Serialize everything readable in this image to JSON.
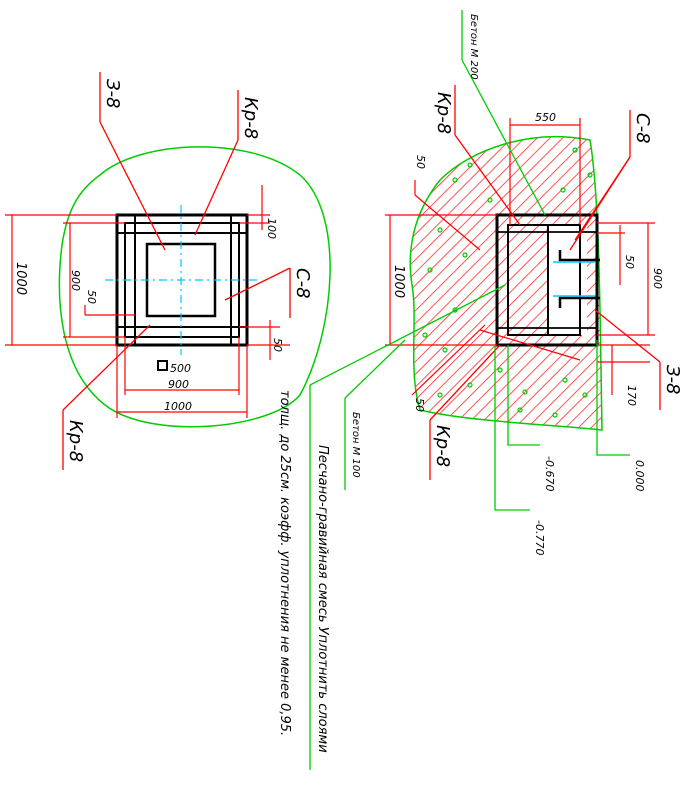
{
  "colors": {
    "leader": "#ff0000",
    "hatch": "#ff2a2a",
    "outline": "#00cc00",
    "axis": "#00c8ff",
    "rebar": "#000000"
  },
  "plan": {
    "marks": {
      "z8": "З-8",
      "kr8_top": "Кр-8",
      "s8": "С-8",
      "kr8_bottom": "Кр-8"
    },
    "dims": {
      "d1000_left": "1000",
      "d900_left": "900",
      "d50_left": "50",
      "d100_right": "100",
      "d50_right": "50",
      "d500": "500",
      "d900_bottom": "900",
      "d1000_bottom": "1000"
    }
  },
  "section": {
    "marks": {
      "beton_m200": "Бетон М 200",
      "kr8_top": "Кр-8",
      "s8": "С-8",
      "z8": "З-8",
      "kr8_bottom": "Кр-8",
      "beton_m100": "Бетон М 100"
    },
    "dims": {
      "d550": "550",
      "d50_top": "50",
      "d1000": "1000",
      "d50_mid": "50",
      "d900": "900",
      "d170": "170",
      "d50_bottom": "50"
    },
    "levels": {
      "l0000": "0.000",
      "l0670": "-0.670",
      "l0770": "-0.770"
    }
  },
  "notes": {
    "gravel_line1": "Песчано-гравийная смесь Уплотнить слоями",
    "gravel_line2": "толщ. до 25см. коэфф. уплотнения не менее 0,95."
  }
}
